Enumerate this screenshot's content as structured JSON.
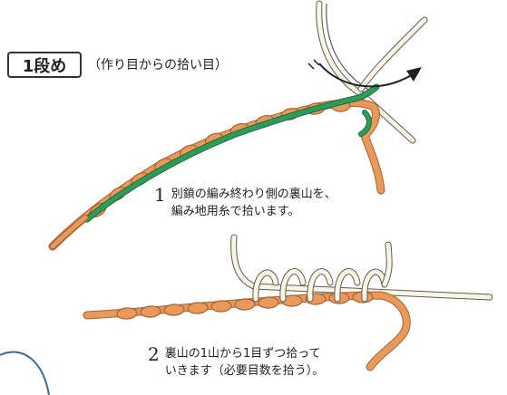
{
  "heading": {
    "badge": "1段め",
    "subtitle": "（作り目からの拾い目）"
  },
  "steps": [
    {
      "number": "1",
      "lines": [
        "別鎖の編み終わり側の裏山を、",
        "編み地用糸で拾います。"
      ]
    },
    {
      "number": "2",
      "lines": [
        "裏山の1山から1目ずつ拾って",
        "いきます（必要目数を拾う）。"
      ]
    }
  ],
  "colors": {
    "orange_yarn": "#E89A5C",
    "orange_outline": "#A8612E",
    "green_yarn": "#2E9B5A",
    "green_outline": "#1E6B3C",
    "needle_fill": "#FBF6E4",
    "needle_outline": "#5A5A5A",
    "arrow": "#222222",
    "corner_arc": "#3B6A9B"
  }
}
